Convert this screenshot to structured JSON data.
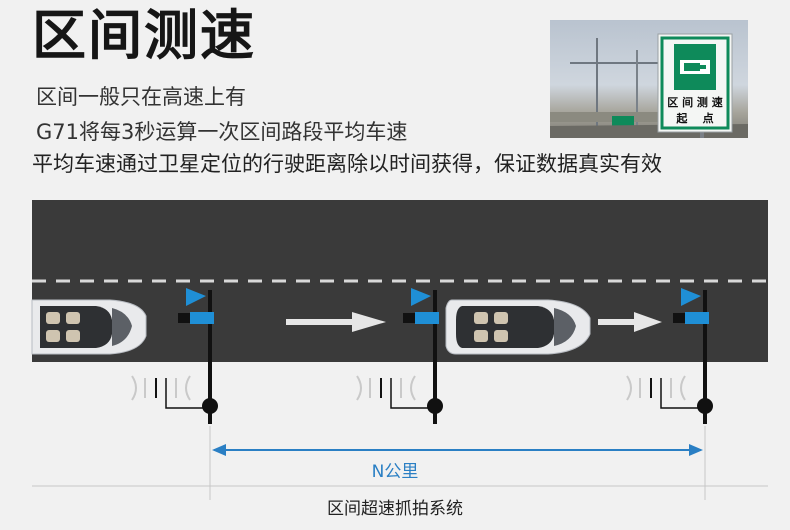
{
  "title": "区间测速",
  "lines": [
    "区间一般只在高速上有",
    "G71将每3秒运算一次区间路段平均车速",
    "平均车速通过卫星定位的行驶距离除以时间获得，保证数据真实有效"
  ],
  "sign": {
    "line1": "区 间 测 速",
    "line2": "起    点"
  },
  "distance_label": "N公里",
  "caption": "区间超速抓拍系统",
  "colors": {
    "road": "#3a3a3a",
    "accent_blue": "#1f8fd6",
    "dimension_blue": "#2a7fc4",
    "sign_green": "#0e8a5a"
  }
}
